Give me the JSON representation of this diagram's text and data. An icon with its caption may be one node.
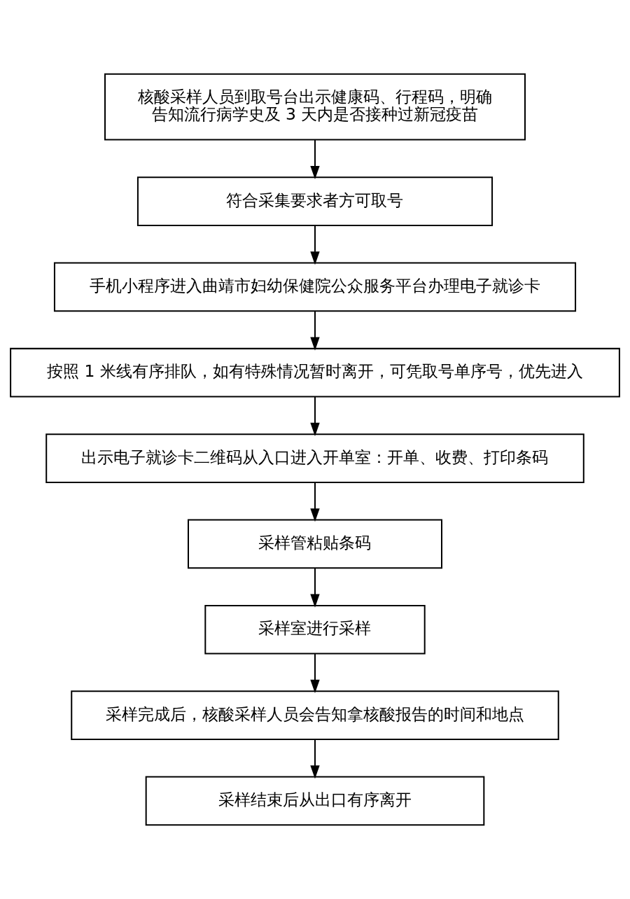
{
  "diagram": {
    "nodes": [
      {
        "text": [
          "核酸采样人员到取号台出示健康码、行程码，明确告知流行病学史及 3 天内是否接种过新冠疫苗"
        ]
      },
      {
        "text": [
          "符合采集要求者方可取号"
        ]
      },
      {
        "text": [
          "手机小程序进入曲靖市妇幼保健院公众服务平台办理电子就诊卡"
        ]
      },
      {
        "text": [
          "按照 1 米线有序排队，如有特殊情况暂时离开，可凭取号单序号，优先进入"
        ]
      },
      {
        "text": [
          "出示电子就诊卡二维码从入口进入开单室：开单、收费、打印条码"
        ]
      },
      {
        "text": [
          "采样管粘贴条码"
        ]
      },
      {
        "text": [
          "采样室进行采样"
        ]
      },
      {
        "text": [
          "采样完成后，核酸采样人员会告知拿核酸报告的时间和地点"
        ]
      },
      {
        "text": [
          "采样结束后从出口有序离开"
        ]
      }
    ],
    "edges": [
      {
        "from": 0,
        "to": 1,
        "arrow": "to"
      },
      {
        "from": 1,
        "to": 2,
        "arrow": "to"
      },
      {
        "from": 2,
        "to": 3,
        "arrow": "to"
      },
      {
        "from": 3,
        "to": 4,
        "arrow": "to"
      },
      {
        "from": 4,
        "to": 5,
        "arrow": "to"
      },
      {
        "from": 5,
        "to": 6,
        "arrow": "to"
      },
      {
        "from": 6,
        "to": 7,
        "arrow": "to"
      },
      {
        "from": 7,
        "to": 8,
        "arrow": "to"
      }
    ]
  }
}
